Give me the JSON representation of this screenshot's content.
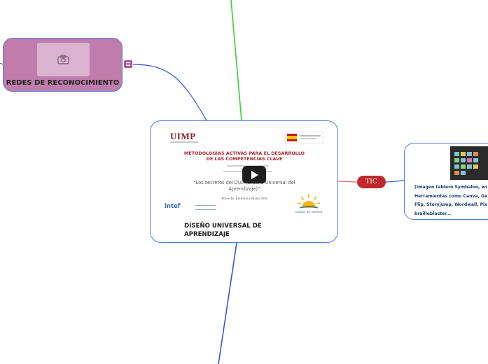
{
  "nodes": {
    "left": {
      "label": "REDES DE RECONOCIMIENTO",
      "icon": "camera-icon",
      "note_icon": "note-icon"
    },
    "center": {
      "label": "DISEÑO UNIVERSAL DE APRENDIZAJE",
      "slide": {
        "logo": "UIMP",
        "title": "METODOLOGÍAS ACTIVAS PARA EL DESARROLLO DE LAS COMPETENCIAS CLAVE",
        "quote": "“Los secretos del DUA (Diseño Universal del Aprendizaje)”",
        "ponente": "Ponente: Estefanía Pastor Añó",
        "intef": "intef",
        "verano": "cursos de verano",
        "play_icon": "play-icon"
      }
    },
    "connector": {
      "label": "TIC"
    },
    "right": {
      "text": "(Imagen tablero Symbaloo, en\nHerramientas como Canva, Ge\nFlip, Storyjump, Wordwall, Pix\nbrailleblaster..."
    }
  },
  "colors": {
    "left_node": "#c07dab",
    "node_border": "#4a7fd4",
    "tic_pill": "#c0272d",
    "line_green": "#3ad12e",
    "line_blue": "#2f56d8",
    "line_red": "#e06666"
  }
}
